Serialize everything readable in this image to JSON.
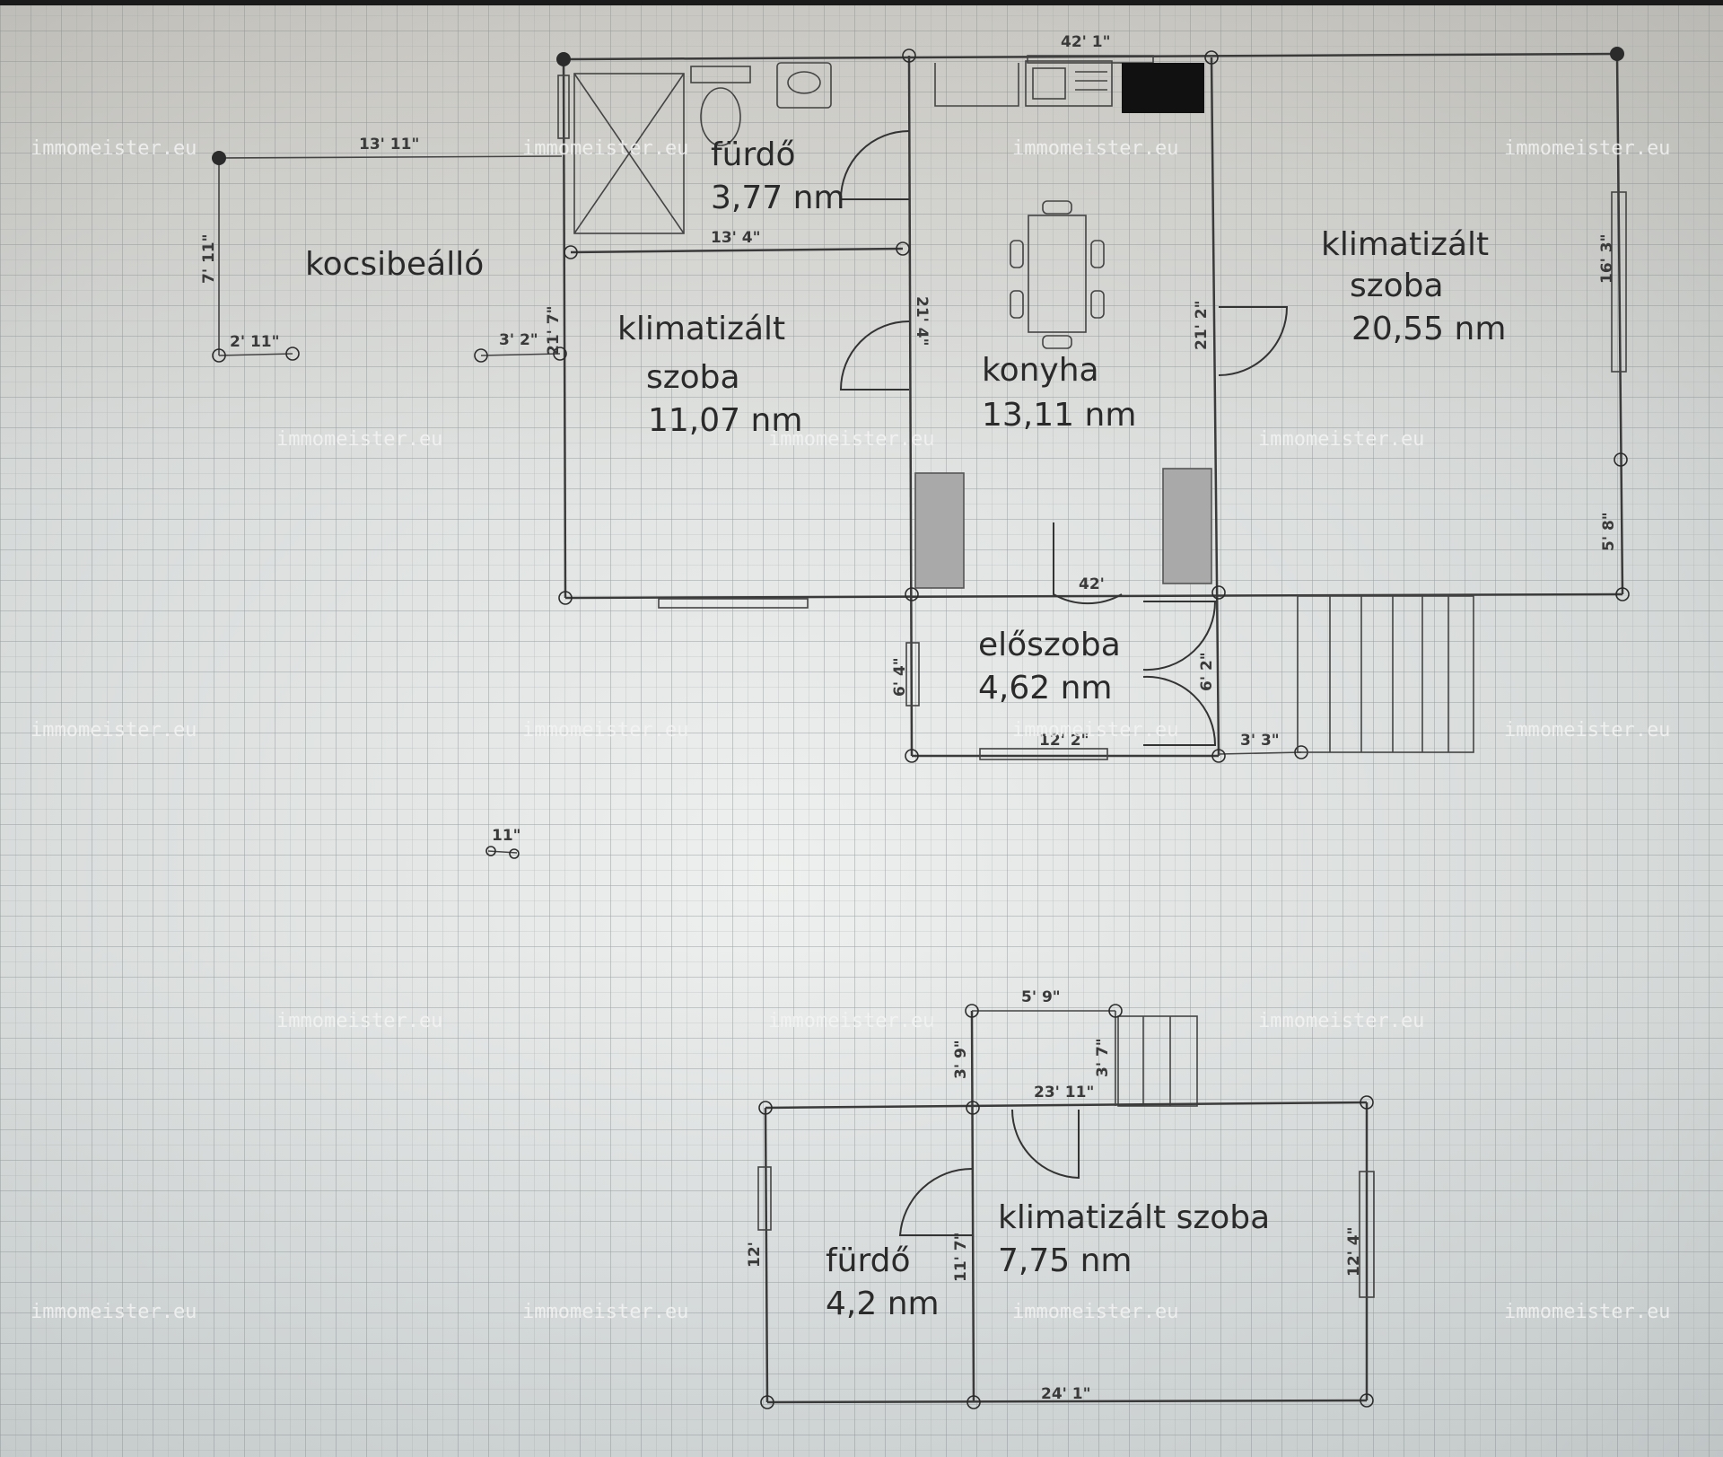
{
  "rooms": {
    "bath_top_name": "fürdő",
    "bath_top_area": "3,77 nm",
    "carport": "kocsibeálló",
    "room_left_name1": "klimatizált",
    "room_left_name2": "szoba",
    "room_left_area": "11,07 nm",
    "kitchen_name": "konyha",
    "kitchen_area": "13,11 nm",
    "room_right_name1": "klimatizált",
    "room_right_name2": "szoba",
    "room_right_area": "20,55 nm",
    "hall_name": "előszoba",
    "hall_area": "4,62 nm",
    "room_lower_name": "klimatizált szoba",
    "room_lower_area": "7,75 nm",
    "bath_lower_name": "fürdő",
    "bath_lower_area": "4,2 nm"
  },
  "dimensions": {
    "d_top_total": "42' 1\"",
    "d_carport_top": "13' 11\"",
    "d_carport_side": "7' 11\"",
    "d_carport_bottom": "2' 11\"",
    "d_carport_bottom2": "3' 2\"",
    "d_left_room_h": "21' 7\"",
    "d_bath_bottom": "13' 4\"",
    "d_kitchen_h": "21' 4\"",
    "d_kitchen_right_h": "21' 2\"",
    "d_right_upper": "16' 3\"",
    "d_right_lower": "5' 8\"",
    "d_kitchen_door": "42'",
    "d_hall_left": "6' 4\"",
    "d_hall_right": "6' 2\"",
    "d_hall_bottom": "12' 2\"",
    "d_stairs": "3' 3\"",
    "d_small": "11\"",
    "d_lower_top_w": "5' 9\"",
    "d_lower_top_h": "3' 9\"",
    "d_lower_top_h2": "3' 7\"",
    "d_lower_top_total": "23' 11\"",
    "d_lower_left": "12'",
    "d_lower_mid": "11' 7\"",
    "d_lower_right": "12' 4\"",
    "d_lower_bottom": "24' 1\""
  },
  "watermark": "immomeister.eu"
}
